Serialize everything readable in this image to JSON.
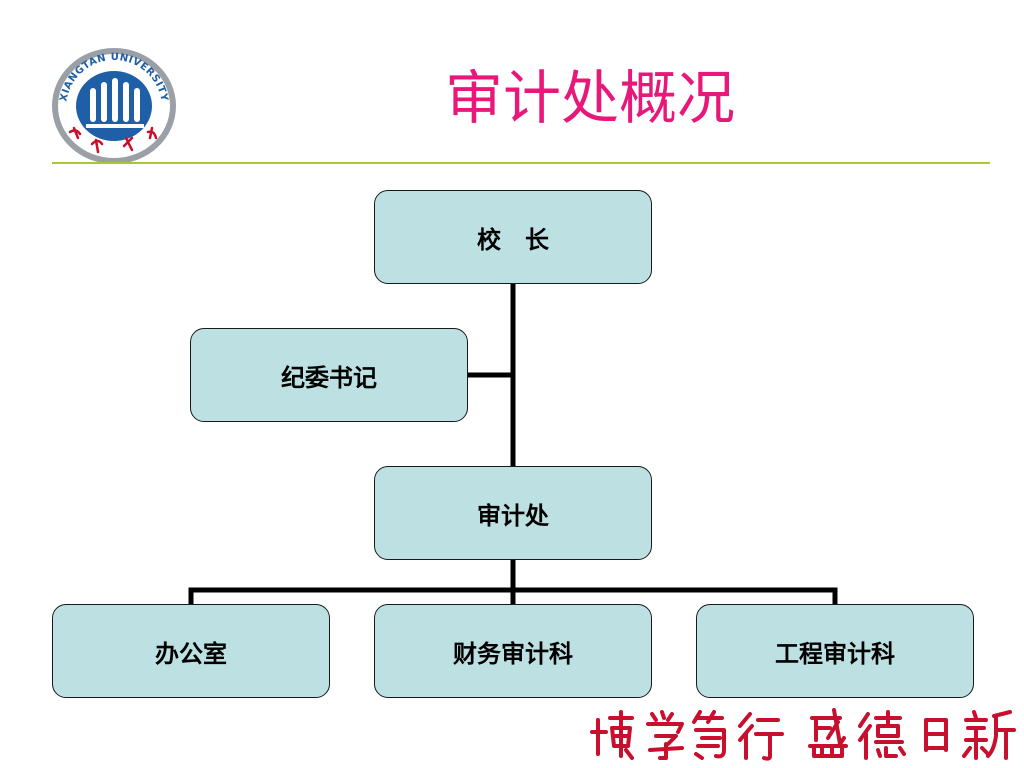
{
  "header": {
    "logo_label": "XIANGTAN UNIVERSITY",
    "title": "审计处概况"
  },
  "org_chart": {
    "president": "校　长",
    "discipline_secretary": "纪委书记",
    "audit_office": "审计处",
    "departments": [
      "办公室",
      "财务审计科",
      "工程审计科"
    ]
  },
  "footer": {
    "motto": "博学笃行 盛德日新"
  },
  "colors": {
    "title": "#e8177a",
    "rule": "#a8c83a",
    "node_fill": "#bde0e3",
    "motto": "#c8102e",
    "logo_blue": "#1f5fa8"
  }
}
